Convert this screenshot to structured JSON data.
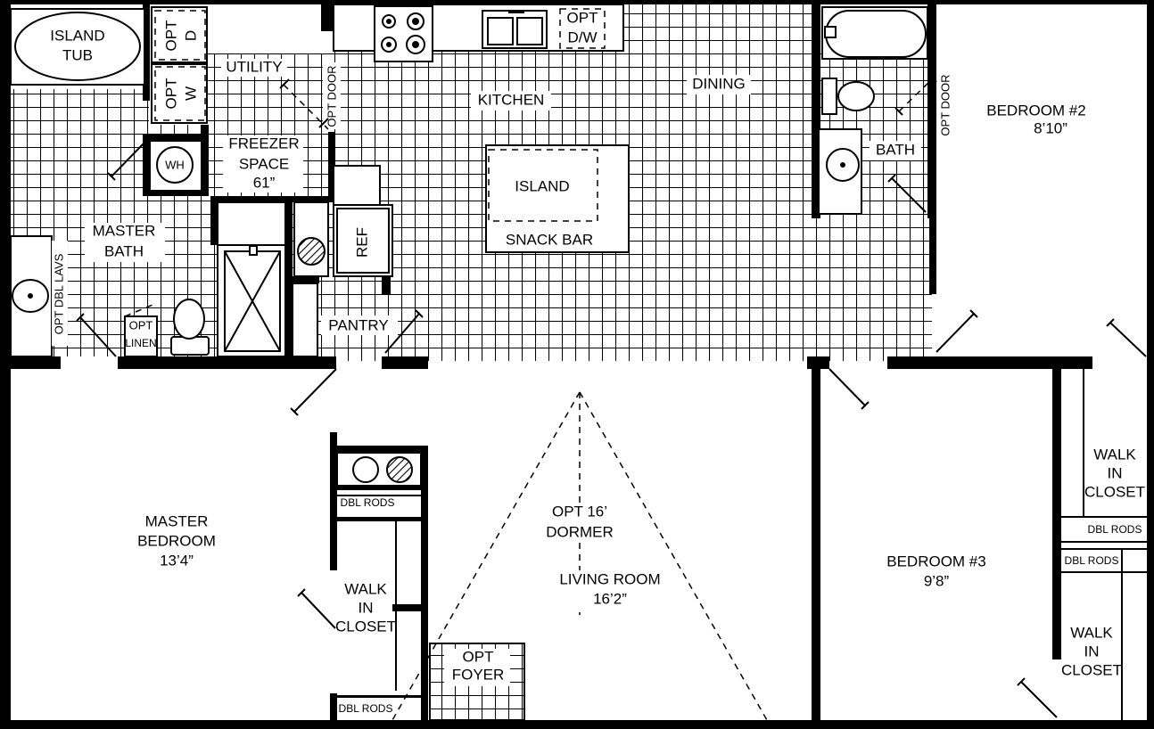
{
  "rooms": {
    "island_tub": [
      "ISLAND",
      "TUB"
    ],
    "opt_d": [
      "OPT",
      "D"
    ],
    "opt_w": [
      "OPT",
      "W"
    ],
    "utility": "UTILITY",
    "opt_door_utility": "OPT DOOR",
    "wh": "WH",
    "freezer": [
      "FREEZER",
      "SPACE",
      "61”"
    ],
    "master_bath": [
      "MASTER",
      "BATH"
    ],
    "opt_dbl_lavs": "OPT DBL LAVS",
    "opt_linen": [
      "OPT",
      "LINEN"
    ],
    "ref": "REF",
    "pantry": "PANTRY",
    "kitchen": "KITCHEN",
    "opt_dw": [
      "OPT",
      "D/W"
    ],
    "island": "ISLAND",
    "snack_bar": "SNACK BAR",
    "dining": "DINING",
    "bath": "BATH",
    "opt_door_bath": "OPT DOOR",
    "bedroom2": [
      "BEDROOM  #2",
      "8’10”"
    ],
    "master_bedroom": [
      "MASTER",
      "BEDROOM",
      "13’4”"
    ],
    "dbl_rods": "DBL RODS",
    "walk_in_closet": [
      "WALK",
      "IN",
      "CLOSET"
    ],
    "opt_dormer": [
      "OPT 16’",
      "DORMER"
    ],
    "living_room": [
      "LIVING ROOM",
      "16’2”"
    ],
    "opt_foyer": [
      "OPT",
      "FOYER"
    ],
    "bedroom3": [
      "BEDROOM  #3",
      "9’8”"
    ]
  }
}
